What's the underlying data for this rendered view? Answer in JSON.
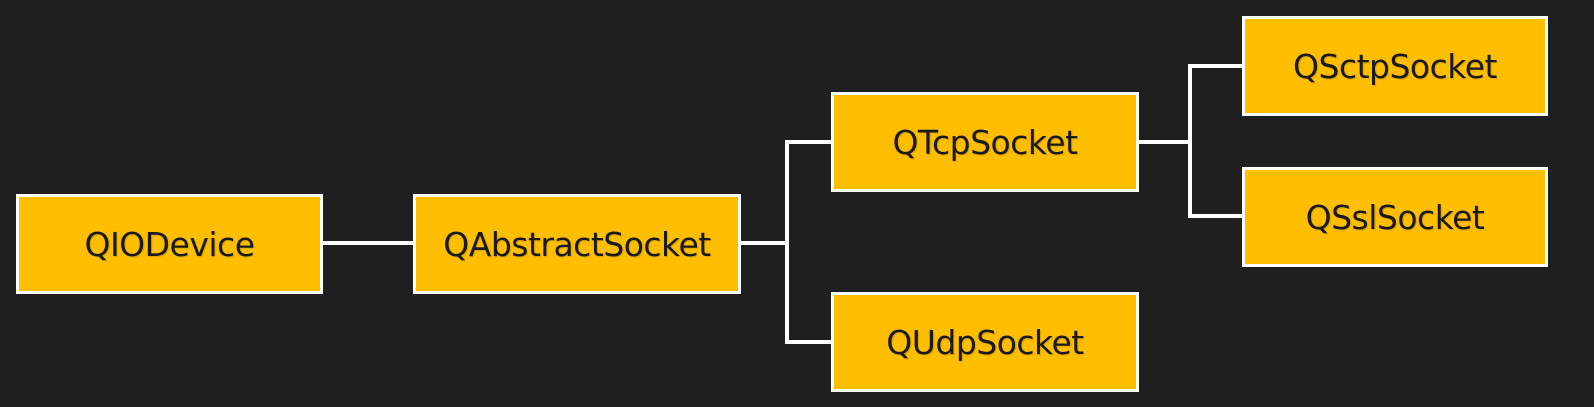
{
  "diagram": {
    "background_color": "#1f1f1f",
    "node_fill_color": "#ffbe00",
    "node_border_color": "#ffffff",
    "connector_color": "#ffffff",
    "nodes": {
      "qiodevice": {
        "label": "QIODevice"
      },
      "qabstractsocket": {
        "label": "QAbstractSocket"
      },
      "qtcpsocket": {
        "label": "QTcpSocket"
      },
      "qudpsocket": {
        "label": "QUdpSocket"
      },
      "qsctpsocket": {
        "label": "QSctpSocket"
      },
      "qsslsocket": {
        "label": "QSslSocket"
      }
    },
    "edges": [
      {
        "from": "qiodevice",
        "to": "qabstractsocket"
      },
      {
        "from": "qabstractsocket",
        "to": "qtcpsocket"
      },
      {
        "from": "qabstractsocket",
        "to": "qudpsocket"
      },
      {
        "from": "qtcpsocket",
        "to": "qsctpsocket"
      },
      {
        "from": "qtcpsocket",
        "to": "qsslsocket"
      }
    ]
  }
}
